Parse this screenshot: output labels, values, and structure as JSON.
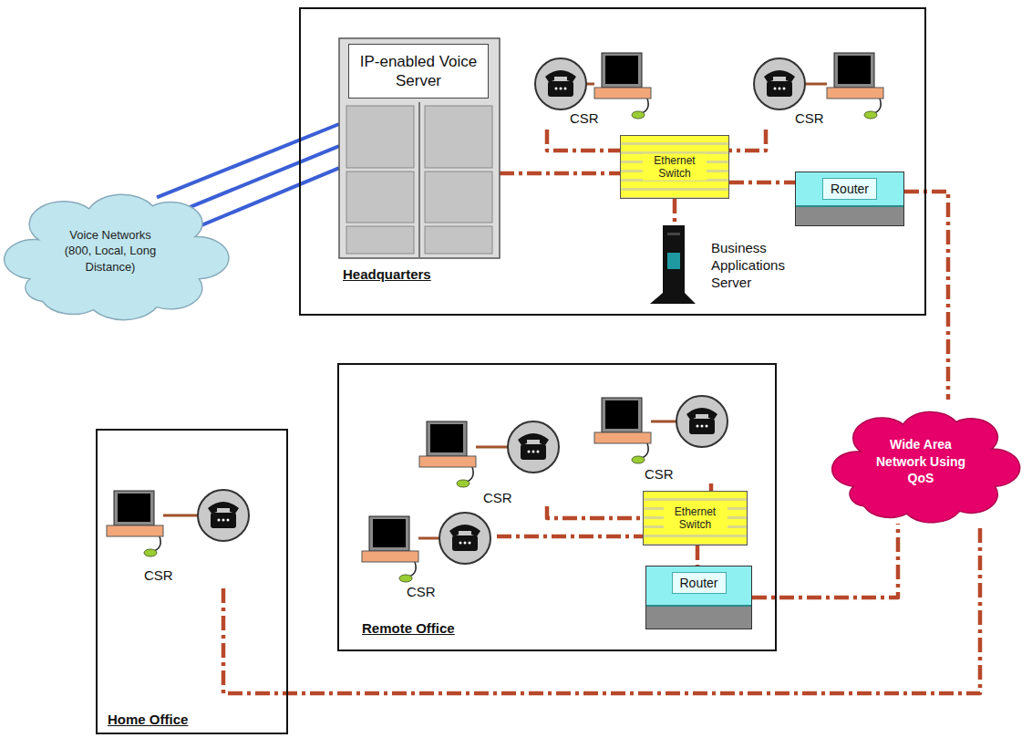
{
  "diagram": {
    "nodes": [
      {
        "text": [
          "Headquarters"
        ]
      },
      {
        "text": [
          "IP-enabled Voice Server"
        ],
        "in": 0
      },
      {
        "text": [
          "CSR"
        ],
        "in": 0
      },
      {
        "text": [
          "CSR"
        ],
        "in": 0
      },
      {
        "text": [
          "Ethernet Switch"
        ],
        "in": 0
      },
      {
        "text": [
          "Router"
        ],
        "in": 0
      },
      {
        "text": [
          "Business Applications Server"
        ],
        "in": 0
      },
      {
        "text": [
          "Voice Networks (800, Local, Long Distance)"
        ]
      },
      {
        "text": [
          "Wide Area Network Using QoS"
        ]
      },
      {
        "text": [
          "Remote Office"
        ]
      },
      {
        "text": [
          "CSR"
        ],
        "in": 9
      },
      {
        "text": [
          "CSR"
        ],
        "in": 9
      },
      {
        "text": [
          "CSR"
        ],
        "in": 9
      },
      {
        "text": [
          "Ethernet Switch"
        ],
        "in": 9
      },
      {
        "text": [
          "Router"
        ],
        "in": 9
      },
      {
        "text": [
          "Home Office"
        ]
      },
      {
        "text": [
          "CSR"
        ],
        "in": 15
      }
    ],
    "edges": [
      {
        "from": 7,
        "to": 1,
        "arrow": "none"
      },
      {
        "from": 1,
        "to": 4,
        "arrow": "none"
      },
      {
        "from": 2,
        "to": 4,
        "arrow": "none"
      },
      {
        "from": 3,
        "to": 4,
        "arrow": "none"
      },
      {
        "from": 4,
        "to": 5,
        "arrow": "none"
      },
      {
        "from": 4,
        "to": 6,
        "arrow": "none"
      },
      {
        "from": 5,
        "to": 8,
        "arrow": "none"
      },
      {
        "from": 10,
        "to": 13,
        "arrow": "none"
      },
      {
        "from": 11,
        "to": 13,
        "arrow": "none"
      },
      {
        "from": 12,
        "to": 13,
        "arrow": "none"
      },
      {
        "from": 13,
        "to": 14,
        "arrow": "none"
      },
      {
        "from": 14,
        "to": 8,
        "arrow": "none"
      },
      {
        "from": 16,
        "to": 8,
        "arrow": "none"
      }
    ]
  }
}
